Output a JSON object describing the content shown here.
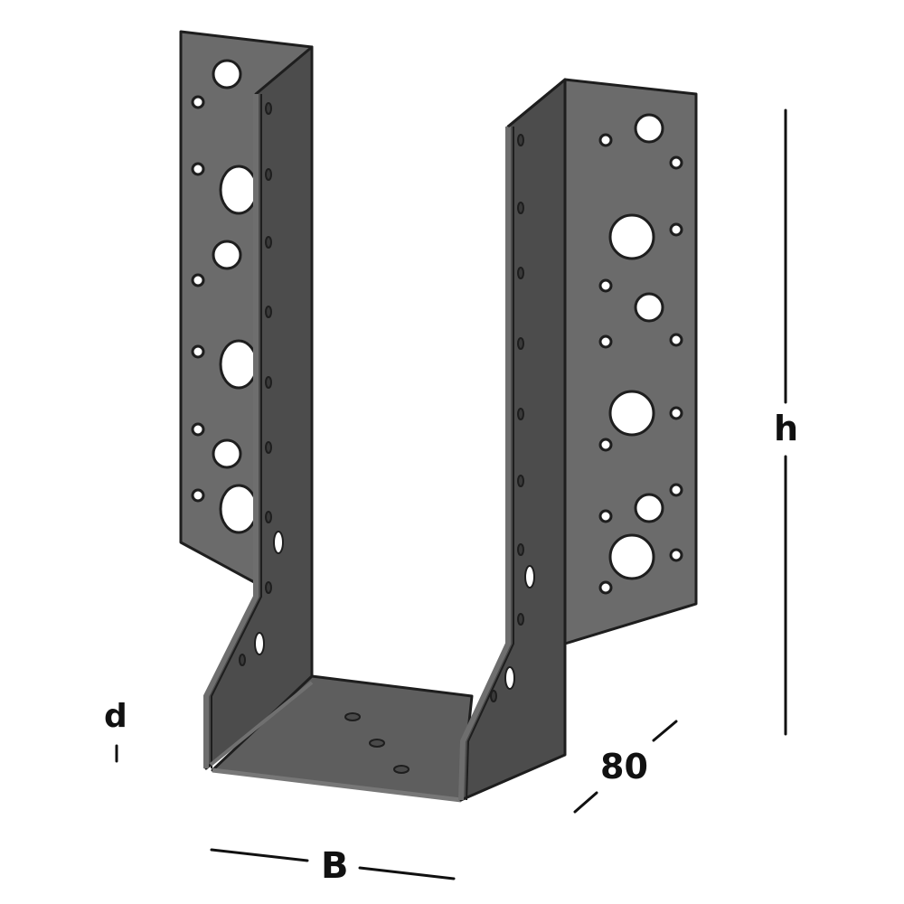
{
  "figure": {
    "subject": "U-shaped joist hanger bracket (perforated metal, outward flanges)",
    "colors": {
      "background": "#ffffff",
      "metal_face_light": "#6b6b6b",
      "metal_face_mid": "#5e5e5e",
      "metal_face_dark": "#4a4a4a",
      "metal_edge": "#1e1e1e",
      "dimension_line": "#111111"
    }
  },
  "dimensions": {
    "height_label": "h",
    "depth_label": "d",
    "width_label": "B",
    "side_depth_label": "80"
  }
}
